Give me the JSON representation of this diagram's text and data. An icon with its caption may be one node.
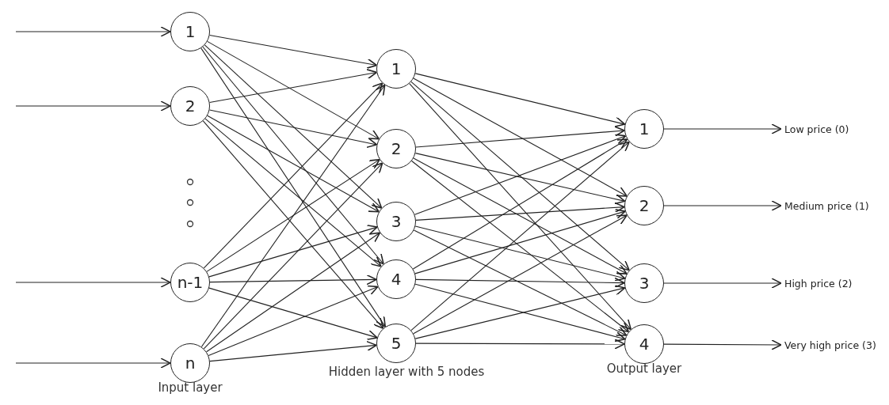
{
  "diagram": {
    "nodes": [
      {
        "text": [
          "1"
        ]
      },
      {
        "text": [
          "2"
        ]
      },
      {
        "text": [
          "n-1"
        ]
      },
      {
        "text": [
          "n"
        ]
      },
      {
        "text": [
          "1"
        ]
      },
      {
        "text": [
          "2"
        ]
      },
      {
        "text": [
          "3"
        ]
      },
      {
        "text": [
          "4"
        ]
      },
      {
        "text": [
          "5"
        ]
      },
      {
        "text": [
          "1"
        ]
      },
      {
        "text": [
          "2"
        ]
      },
      {
        "text": [
          "3"
        ]
      },
      {
        "text": [
          "4"
        ]
      },
      {
        "text": [
          "Low price (0)"
        ]
      },
      {
        "text": [
          "Medium price (1)"
        ]
      },
      {
        "text": [
          "High price (2)"
        ]
      },
      {
        "text": [
          "Very high price (3)"
        ]
      }
    ],
    "edges": [
      {
        "from": null,
        "to": 0,
        "arrow": "to"
      },
      {
        "from": null,
        "to": 1,
        "arrow": "to"
      },
      {
        "from": null,
        "to": 2,
        "arrow": "to"
      },
      {
        "from": null,
        "to": 3,
        "arrow": "to"
      },
      {
        "from": 0,
        "to": 4,
        "arrow": "to"
      },
      {
        "from": 0,
        "to": 5,
        "arrow": "to"
      },
      {
        "from": 0,
        "to": 6,
        "arrow": "to"
      },
      {
        "from": 0,
        "to": 7,
        "arrow": "to"
      },
      {
        "from": 0,
        "to": 8,
        "arrow": "to"
      },
      {
        "from": 1,
        "to": 4,
        "arrow": "to"
      },
      {
        "from": 1,
        "to": 5,
        "arrow": "to"
      },
      {
        "from": 1,
        "to": 6,
        "arrow": "to"
      },
      {
        "from": 1,
        "to": 7,
        "arrow": "to"
      },
      {
        "from": 1,
        "to": 8,
        "arrow": "to"
      },
      {
        "from": 2,
        "to": 4,
        "arrow": "to"
      },
      {
        "from": 2,
        "to": 5,
        "arrow": "to"
      },
      {
        "from": 2,
        "to": 6,
        "arrow": "to"
      },
      {
        "from": 2,
        "to": 7,
        "arrow": "to"
      },
      {
        "from": 2,
        "to": 8,
        "arrow": "to"
      },
      {
        "from": 3,
        "to": 4,
        "arrow": "to"
      },
      {
        "from": 3,
        "to": 5,
        "arrow": "to"
      },
      {
        "from": 3,
        "to": 6,
        "arrow": "to"
      },
      {
        "from": 3,
        "to": 7,
        "arrow": "to"
      },
      {
        "from": 3,
        "to": 8,
        "arrow": "to"
      },
      {
        "from": 4,
        "to": 9,
        "arrow": "to"
      },
      {
        "from": 4,
        "to": 10,
        "arrow": "to"
      },
      {
        "from": 4,
        "to": 11,
        "arrow": "to"
      },
      {
        "from": 4,
        "to": 12,
        "arrow": "to"
      },
      {
        "from": 5,
        "to": 9,
        "arrow": "to"
      },
      {
        "from": 5,
        "to": 10,
        "arrow": "to"
      },
      {
        "from": 5,
        "to": 11,
        "arrow": "to"
      },
      {
        "from": 5,
        "to": 12,
        "arrow": "to"
      },
      {
        "from": 6,
        "to": 9,
        "arrow": "to"
      },
      {
        "from": 6,
        "to": 10,
        "arrow": "to"
      },
      {
        "from": 6,
        "to": 11,
        "arrow": "to"
      },
      {
        "from": 6,
        "to": 12,
        "arrow": "to"
      },
      {
        "from": 7,
        "to": 9,
        "arrow": "to"
      },
      {
        "from": 7,
        "to": 10,
        "arrow": "to"
      },
      {
        "from": 7,
        "to": 11,
        "arrow": "to"
      },
      {
        "from": 7,
        "to": 12,
        "arrow": "to"
      },
      {
        "from": 8,
        "to": 9,
        "arrow": "to"
      },
      {
        "from": 8,
        "to": 10,
        "arrow": "to"
      },
      {
        "from": 8,
        "to": 11,
        "arrow": "to"
      },
      {
        "from": 8,
        "to": 12,
        "arrow": "to"
      },
      {
        "from": 9,
        "to": 13,
        "arrow": "to"
      },
      {
        "from": 10,
        "to": 14,
        "arrow": "to"
      },
      {
        "from": 11,
        "to": 15,
        "arrow": "to"
      },
      {
        "from": 12,
        "to": 16,
        "arrow": "to"
      }
    ],
    "labels": [
      "Input layer",
      "Hidden layer with 5 nodes",
      "Output layer"
    ]
  }
}
